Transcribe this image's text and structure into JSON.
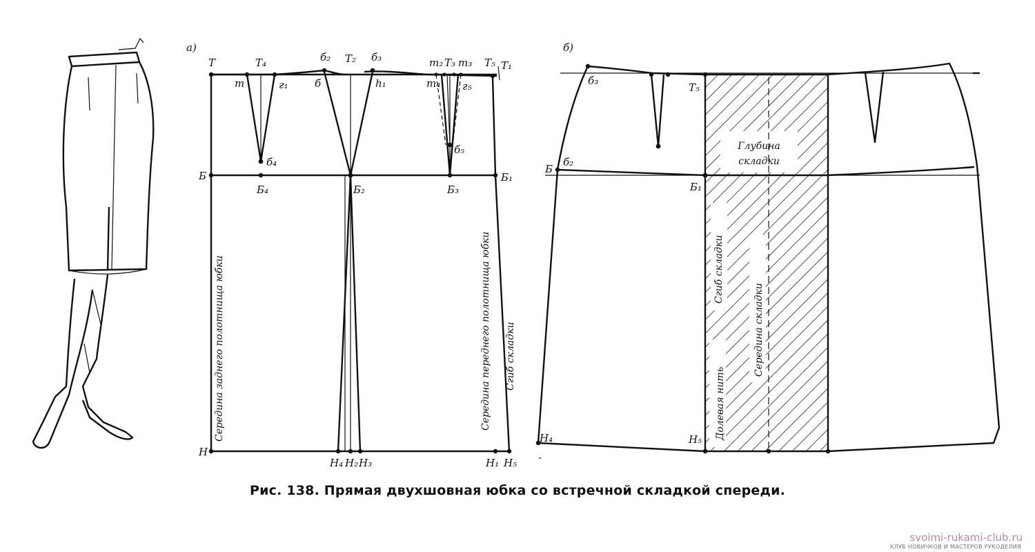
{
  "figure": {
    "caption": "Рис. 138. Прямая двухшовная юбка со встречной складкой спереди.",
    "panel_a": "а)",
    "panel_b": "б)"
  },
  "labels_a": {
    "T": "Т",
    "T4": "Т₄",
    "b2": "б₂",
    "T2": "Т₂",
    "b3": "б₃",
    "t2": "т₂",
    "T3a": "Т₃",
    "t3": "т₃",
    "T5": "Т₅",
    "T1": "Т₁",
    "t": "т",
    "r1": "г₁",
    "b": "б",
    "h1": "h₁",
    "t4": "т₄",
    "r5": "г₅",
    "b4_dart": "б₄",
    "b5": "б₅",
    "B": "Б",
    "B4": "Б₄",
    "B2": "Б₂",
    "B3": "Б₃",
    "B1": "Б₁",
    "H": "Н",
    "H4": "Н₄",
    "H2": "Н₂",
    "H3": "Н₃",
    "H1": "Н₁",
    "H5": "Н₅"
  },
  "labels_b": {
    "b3": "б₃",
    "T5": "Т₅",
    "b2": "б₂",
    "B": "Б",
    "B1": "Б₁",
    "H4": "Н₄",
    "H5": "Н₅"
  },
  "vertical_texts": {
    "back_middle": "Середина заднего полотнища юбки",
    "front_middle": "Середина переднего полотнища юбки",
    "fold_a": "Сгиб складки",
    "fold_b": "Сгиб складки",
    "grain": "Долевая нить",
    "pleat_middle": "Середина складки"
  },
  "box_texts": {
    "pleat_depth_1": "Глубина",
    "pleat_depth_2": "складки"
  },
  "watermark": {
    "site": "svoimi-rukami-club.ru",
    "subtitle": "КЛУБ НОВИЧКОВ И МАСТЕРОВ РУКОДЕЛИЯ"
  }
}
